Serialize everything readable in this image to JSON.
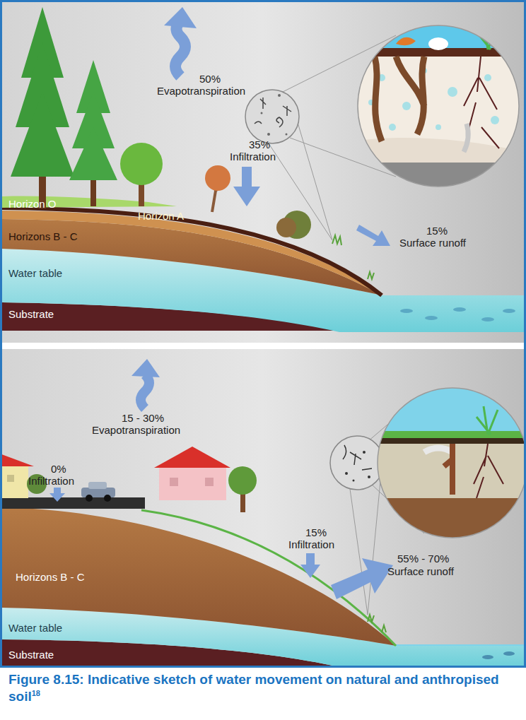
{
  "diagram": {
    "caption": "Figure 8.15: Indicative sketch of water movement on natural and anthropised soil",
    "labels": [
      "50%",
      "Evapotranspiration",
      "35%",
      "Infiltration",
      "Horizon O",
      "Horizon A",
      "Horizons B - C",
      "15%",
      "Surface runoff",
      "Water table",
      "Substrate",
      "15 - 30%",
      "Evapotranspiration",
      "0%",
      "Infiltration",
      "15%",
      "Infiltration",
      "Horizons B - C",
      "55% - 70%",
      "Surface runoff",
      "Water table",
      "Substrate",
      "18"
    ]
  }
}
